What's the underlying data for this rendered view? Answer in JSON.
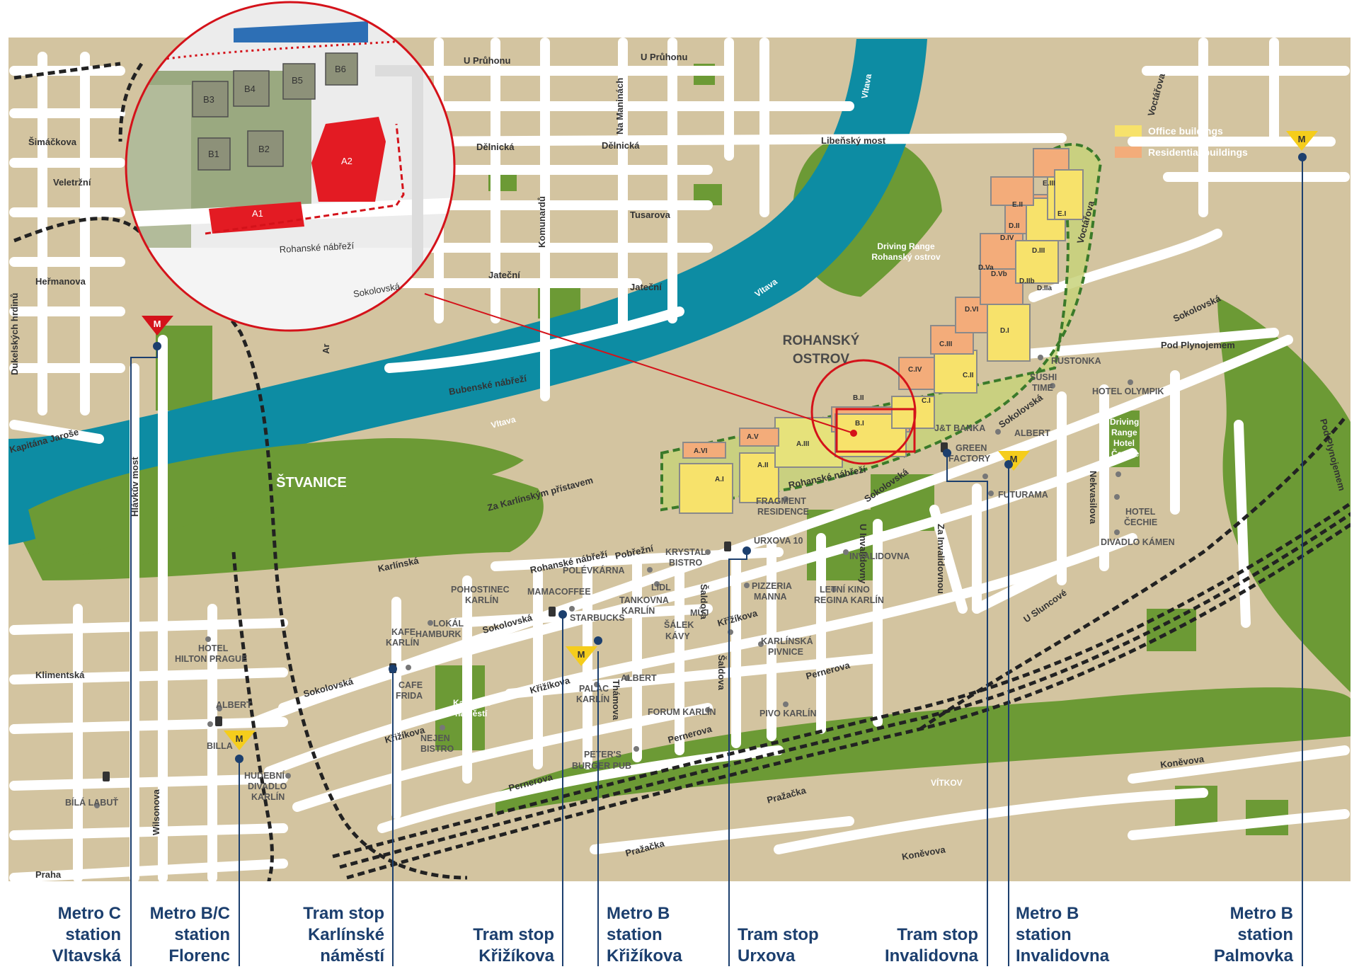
{
  "legend": {
    "office": "Office buildings",
    "residential": "Residential buildings",
    "office_color": "#f7e26b",
    "residential_color": "#f3ac7a"
  },
  "colors": {
    "land": "#d3c4a0",
    "street": "#ffffff",
    "park": "#6c9a35",
    "river": "#0d8ca3",
    "metro_line": "#1c3f6e",
    "rail": "#222222",
    "highlight": "#d4121a"
  },
  "areas": {
    "rohansky_ostrov": [
      "ROHANSKÝ",
      "OSTROV"
    ],
    "stvanice": "ŠTVANICE",
    "driving_range": [
      "Driving Range",
      "Rohanský ostrov"
    ],
    "vitava_labels": [
      "Vltava",
      "Vltava",
      "Vltava"
    ],
    "vitkov": "VÍTKOV"
  },
  "streets": {
    "u_pruhonu_1": "U Průhonu",
    "u_pruhonu_2": "U Průhonu",
    "na_maninach": "Na Maninách",
    "delnicka_1": "Dělnická",
    "delnicka_2": "Dělnická",
    "libensky_most": "Libeňský most",
    "tusarova": "Tusarova",
    "komunardu": "Komunardů",
    "jatecni_1": "Jateční",
    "jatecni_2": "Jateční",
    "bubenske": "Bubenské nábřeží",
    "simackova": "Šimáčkova",
    "veletrzni": "Veletržní",
    "hermanova": "Heřmanova",
    "dukelskych": "Dukelských hrdinů",
    "kapitana_jarose": "Kapitána Jaroše",
    "hlavkuv_most": "Hlávkův most",
    "za_karlinskym": "Za Karlínským přístavem",
    "karlinska": "Karlínská",
    "rohanske_nabrezi_1": "Rohanské nábřeží",
    "rohanske_nabrezi_2": "Rohanské nábřeží",
    "pobrezni": "Pobřežní",
    "sokolovska_1": "Sokolovská",
    "sokolovska_2": "Sokolovská",
    "sokolovska_3": "Sokolovská",
    "sokolovska_4": "Sokolovská",
    "sokolovska_5": "Sokolovská",
    "krizikova_1": "Křižíkova",
    "krizikova_2": "Křižíkova",
    "krizikova_3": "Křižíkova",
    "saldova_1": "Šaldova",
    "saldova_2": "Šaldova",
    "thamova": "Thámova",
    "pernerova_1": "Pernerova",
    "pernerova_2": "Pernerova",
    "pernerova_3": "Pernerova",
    "klimentska": "Klimentská",
    "wilsonova": "Wilsonova",
    "praha": "Praha",
    "u_invalidovny": "U Invalidovny",
    "za_invalidovnou": "Za Invalidovnou",
    "u_sluncove": "U Sluncové",
    "nekvasilova": "Nekvasilova",
    "voctarova_1": "Voctářova",
    "voctarova_2": "Voctářova",
    "pod_plynojemem_1": "Pod Plynojemem",
    "pod_plynojemem_2": "Pod Plynojemem",
    "konevova_1": "Koněvova",
    "konevova_2": "Koněvova",
    "prazacka_1": "Pražačka",
    "prazacka_2": "Pražačka",
    "argentinska": "Ar",
    "urxova": "URXOVA 10",
    "rohanske_inset": "Rohanské nábřeží",
    "sokolovska_inset": "Sokolovská"
  },
  "pois": {
    "rustonka": "RUSTONKA",
    "sushi": [
      "SUSHI",
      "TIME"
    ],
    "hotel_olympik": "HOTEL OLYMPIK",
    "jt_banka": "J&T BANKA",
    "albert_1": "ALBERT",
    "green_factory": [
      "GREEN",
      "FACTORY"
    ],
    "futurama": "FUTURAMA",
    "driving_hotel": [
      "Driving",
      "Range",
      "Hotel",
      "Čechie"
    ],
    "hotel_cechie": [
      "HOTEL",
      "ČECHIE"
    ],
    "divadlo_kamen": "DIVADLO KÁMEN",
    "fragment": [
      "FRAGMENT",
      "RESIDENCE"
    ],
    "invalidovna": "INVALIDOVNA",
    "krystal": [
      "KRYSTAL",
      "BISTRO"
    ],
    "polevkarna": "POLÉVKÁRNA",
    "lidl": "LIDL",
    "tankovna": [
      "TANKOVNA",
      "KARLÍN"
    ],
    "mamacoffee": "MAMACOFFEE",
    "pohostinec": [
      "POHOSTINEC",
      "KARLÍN"
    ],
    "pizzeria": [
      "PIZZERIA",
      "MANNA"
    ],
    "letni_kino": [
      "LETNÍ KINO",
      "REGINA KARLÍN"
    ],
    "starbucks": "STARBUCKS",
    "muj_salek": [
      "MŮJ",
      "ŠÁLEK",
      "KÁVY"
    ],
    "lokal": [
      "LOKÁL",
      "HAMBURK"
    ],
    "kafe_karlin": [
      "KAFE",
      "KARLÍN"
    ],
    "karlinska_pivnice": [
      "KARLÍNSKÁ",
      "PIVNICE"
    ],
    "albert_2": "ALBERT",
    "cafe_frida": [
      "CAFE",
      "FRIDA"
    ],
    "palac_karlin": [
      "PALAC",
      "KARLÍN"
    ],
    "karlinske_namesti": [
      "Karlínské",
      "náměstí"
    ],
    "forum": "FORUM KARLÍN",
    "pivo_karlin": "PIVO KARLÍN",
    "nejen_bistro": [
      "NEJEN",
      "BISTRO"
    ],
    "peters": [
      "PETER'S",
      "BURGER PUB"
    ],
    "hotel_hilton": [
      "HOTEL",
      "HILTON PRAGUE"
    ],
    "albert_3": "ALBERT",
    "billa": "BILLA",
    "hudebni": [
      "HUDEBNÍ",
      "DIVADLO",
      "KARLÍN"
    ],
    "bila_labut": "BÍLÁ LABUŤ"
  },
  "plots": {
    "a1": "A.I",
    "a2": "A.II",
    "a3": "A.III",
    "a5": "A.V",
    "a6": "A.VI",
    "b1": "B.I",
    "b2": "B.II",
    "c1": "C.I",
    "c2": "C.II",
    "c3": "C.III",
    "c4": "C.IV",
    "d1": "D.I",
    "d2": "D.II",
    "d3": "D.III",
    "d4": "D.IV",
    "d5a": "D.Va",
    "d5b": "D.Vb",
    "d6": "D.VI",
    "d2a": "D.IIa",
    "d2b": "D.IIb",
    "e1": "E.I",
    "e2": "E.II",
    "e3": "E.III"
  },
  "inset": {
    "a1": "A1",
    "a2": "A2",
    "b1": "B1",
    "b2": "B2",
    "b3": "B3",
    "b4": "B4",
    "b5": "B5",
    "b6": "B6"
  },
  "metro_badge": "M",
  "stations": {
    "vltavska": [
      "Metro C",
      "station",
      "Vltavská"
    ],
    "florenc": [
      "Metro B/C",
      "station",
      "Florenc"
    ],
    "karlinske": [
      "Tram stop",
      "Karlínské",
      "náměstí"
    ],
    "krizikova_tram": [
      "Tram stop",
      "Křižíkova"
    ],
    "krizikova_metro": [
      "Metro B",
      "station",
      "Křižíkova"
    ],
    "urxova": [
      "Tram stop",
      "Urxova"
    ],
    "invalidovna_tram": [
      "Tram stop",
      "Invalidovna"
    ],
    "invalidovna_metro": [
      "Metro B",
      "station",
      "Invalidovna"
    ],
    "palmovka": [
      "Metro B",
      "station",
      "Palmovka"
    ]
  }
}
